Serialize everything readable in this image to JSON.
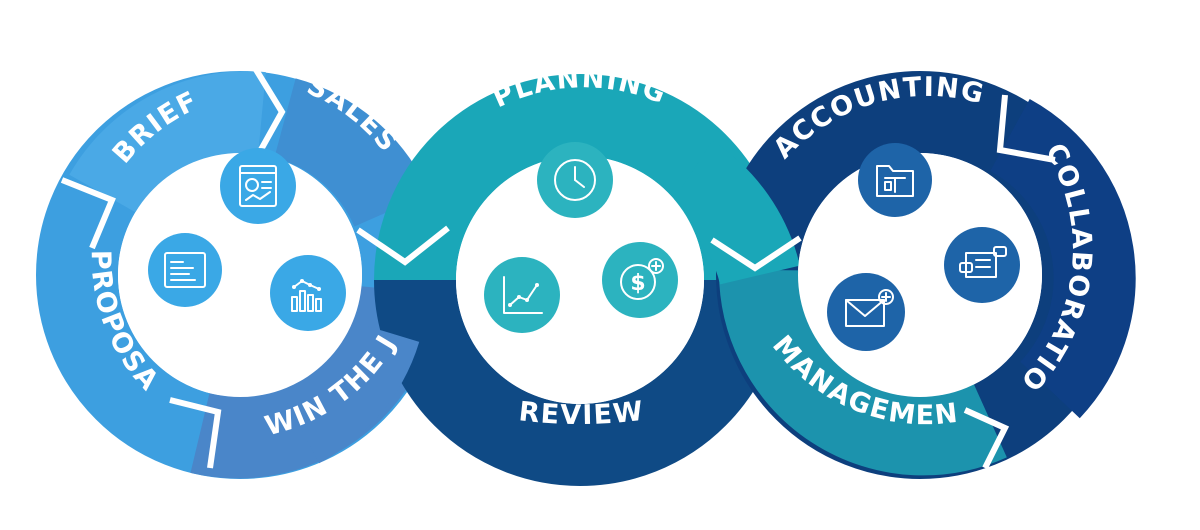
{
  "colors": {
    "ring1_light": "#3d9fe0",
    "ring1_mid": "#2e8fd6",
    "ring1_dark": "#4a86c9",
    "ring2_teal": "#1aa7b8",
    "ring2_dark": "#0f4a85",
    "ring3_navy": "#0d3f7d",
    "ring3_teal": "#1c93ad",
    "icon1": "#3aa8e6",
    "icon2": "#2cb3bf",
    "icon3": "#1e64a8"
  },
  "labels": {
    "brief": "BRIEF",
    "sales": "SALES",
    "proposal": "PROPOSAL",
    "win_the_job": "WIN THE JOB",
    "planning": "PLANNING",
    "review": "REVIEW",
    "accounting": "ACCOUNTING",
    "collaboration": "COLLABORATION",
    "management": "MANAGEMENT"
  },
  "icons": {
    "ring1": [
      "web-report-icon",
      "list-document-icon",
      "bar-chart-icon"
    ],
    "ring2": [
      "clock-icon",
      "line-chart-icon",
      "dollar-add-icon"
    ],
    "ring3": [
      "folder-plan-icon",
      "mail-add-icon",
      "chat-board-icon"
    ]
  }
}
